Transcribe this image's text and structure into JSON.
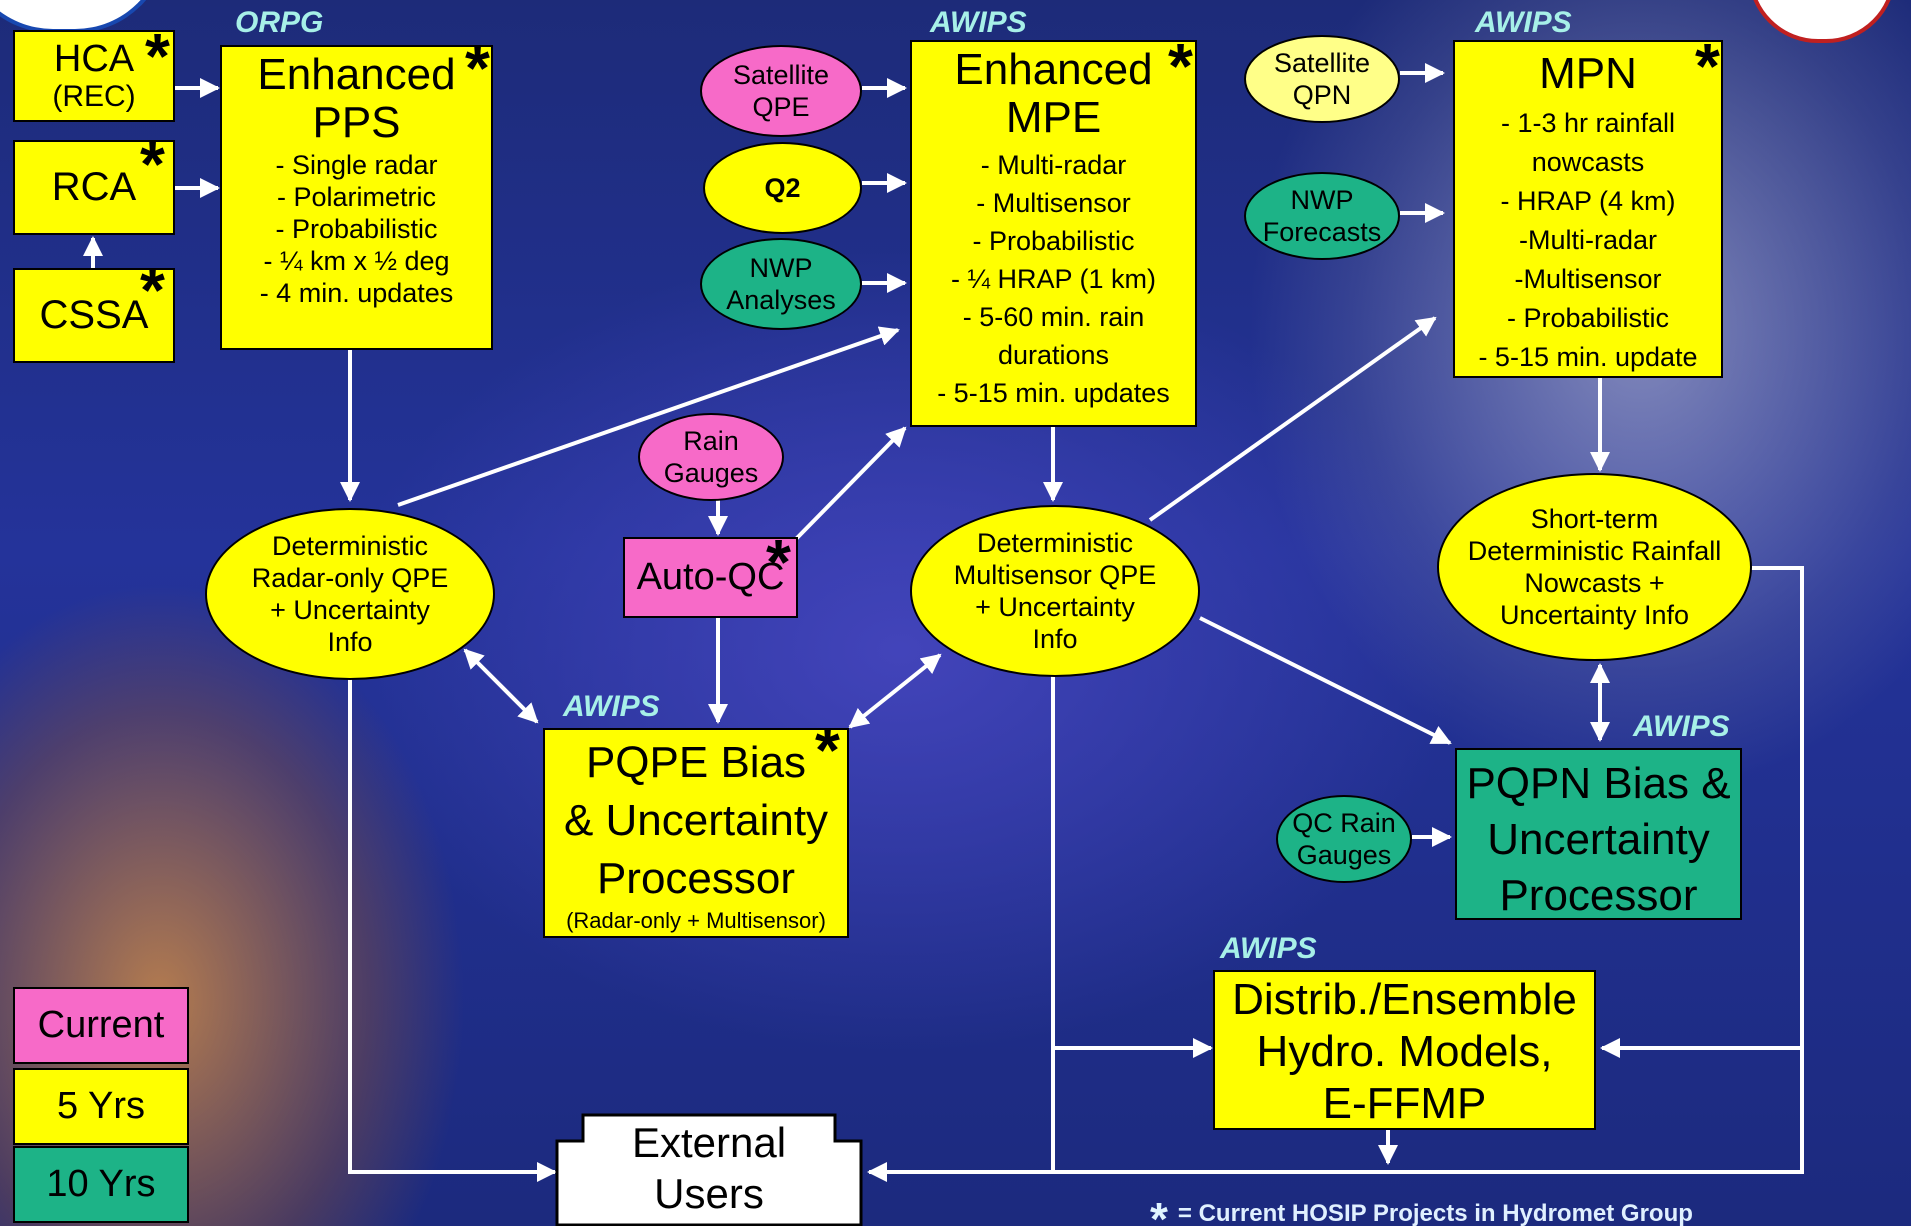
{
  "tags": {
    "orpg": "ORPG",
    "awips": "AWIPS"
  },
  "nodes": {
    "hca": {
      "lines": [
        "HCA",
        "(REC)"
      ]
    },
    "rca": {
      "label": "RCA"
    },
    "cssa": {
      "label": "CSSA"
    },
    "enhanced_pps": {
      "title": [
        "Enhanced",
        "PPS"
      ],
      "items": [
        "- Single radar",
        "- Polarimetric",
        "- Probabilistic",
        "- ¼ km x ½ deg",
        "- 4 min. updates"
      ]
    },
    "satellite_qpe": {
      "lines": [
        "Satellite",
        "QPE"
      ]
    },
    "q2": {
      "label": "Q2"
    },
    "nwp_analyses": {
      "lines": [
        "NWP",
        "Analyses"
      ]
    },
    "enhanced_mpe": {
      "title": [
        "Enhanced",
        "MPE"
      ],
      "items": [
        "- Multi-radar",
        "- Multisensor",
        "- Probabilistic",
        "- ¼ HRAP (1 km)",
        "- 5-60 min. rain",
        "durations",
        "- 5-15 min. updates"
      ]
    },
    "satellite_qpn": {
      "lines": [
        "Satellite",
        "QPN"
      ]
    },
    "nwp_forecasts": {
      "lines": [
        "NWP",
        "Forecasts"
      ]
    },
    "mpn": {
      "title": "MPN",
      "items": [
        "- 1-3 hr rainfall",
        "nowcasts",
        "- HRAP (4 km)",
        "-Multi-radar",
        "-Multisensor",
        "- Probabilistic",
        "- 5-15 min. update"
      ]
    },
    "rain_gauges": {
      "lines": [
        "Rain",
        "Gauges"
      ]
    },
    "auto_qc": {
      "label": "Auto-QC"
    },
    "det_radar_qpe": {
      "lines": [
        "Deterministic",
        "Radar-only QPE",
        "+ Uncertainty",
        "Info"
      ]
    },
    "det_multi_qpe": {
      "lines": [
        "Deterministic",
        "Multisensor QPE",
        "+ Uncertainty",
        "Info"
      ]
    },
    "short_term": {
      "lines": [
        "Short-term",
        "Deterministic Rainfall",
        "Nowcasts +",
        "Uncertainty Info"
      ]
    },
    "pqpe": {
      "lines": [
        "PQPE Bias",
        "& Uncertainty",
        "Processor"
      ],
      "note": "(Radar-only + Multisensor)"
    },
    "pqpn": {
      "lines": [
        "PQPN Bias &",
        "Uncertainty",
        "Processor"
      ]
    },
    "qc_rain_gauges": {
      "lines": [
        "QC Rain",
        "Gauges"
      ]
    },
    "distrib": {
      "lines": [
        "Distrib./Ensemble",
        "Hydro. Models,",
        "E-FFMP"
      ]
    },
    "external_users": {
      "lines": [
        "External",
        "Users"
      ]
    }
  },
  "legend": [
    {
      "label": "Current",
      "color": "#f76ac8"
    },
    {
      "label": "5 Yrs",
      "color": "#ffff00"
    },
    {
      "label": "10 Yrs",
      "color": "#1db387"
    }
  ],
  "star_glyph": "*",
  "footnote": "= Current HOSIP Projects in Hydromet Group"
}
